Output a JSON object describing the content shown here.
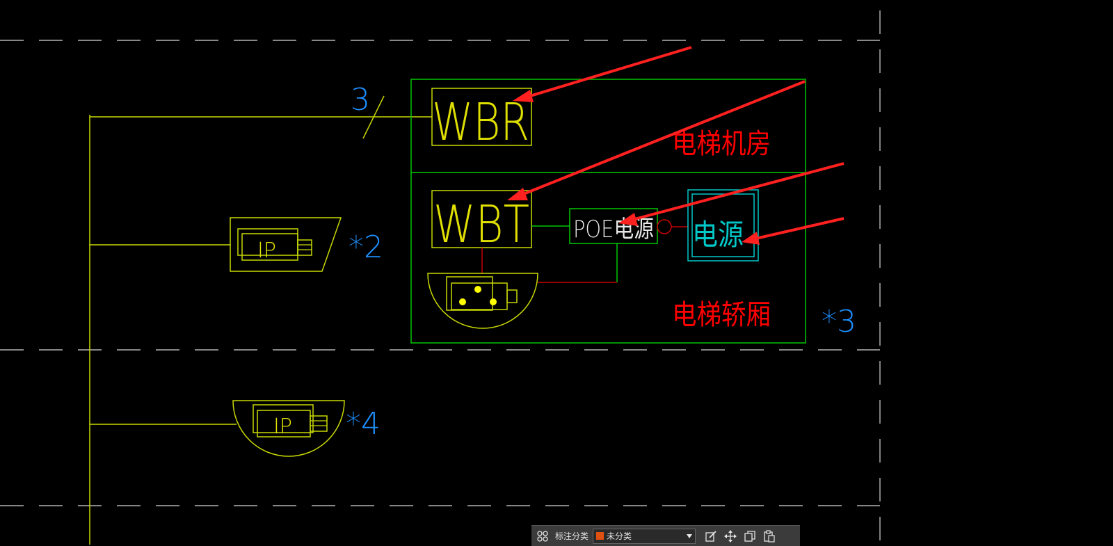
{
  "drawing": {
    "count_3": "3",
    "wbr_label": "WBR",
    "machine_room_label": "电梯机房",
    "wbt_label": "WBT",
    "poe_label": "POE电源",
    "power_label": "电源",
    "car_label": "电梯轿厢",
    "mult_car": "*3",
    "ip_label": "IP",
    "ip_label_2": "IP",
    "mult_2": "*2",
    "mult_4": "*4"
  },
  "colors": {
    "background": "#000000",
    "green_frame": "#00c800",
    "yellow_symbol": "#ffff00",
    "red_text": "#ff0000",
    "blue_text": "#1e90ff",
    "cyan": "#00c8c8",
    "arrow_red": "#ff2020",
    "dash_white": "#d8d8d8",
    "red_wire": "#c80000"
  },
  "toolbar": {
    "grid_icon": "four-squares-icon",
    "category_label": "标注分类",
    "category_value": "未分类",
    "category_swatch": "#e05010",
    "edit_icon": "edit-icon",
    "move_icon": "move-icon",
    "copy_icon": "copy-icon",
    "paste_icon": "paste-icon"
  }
}
